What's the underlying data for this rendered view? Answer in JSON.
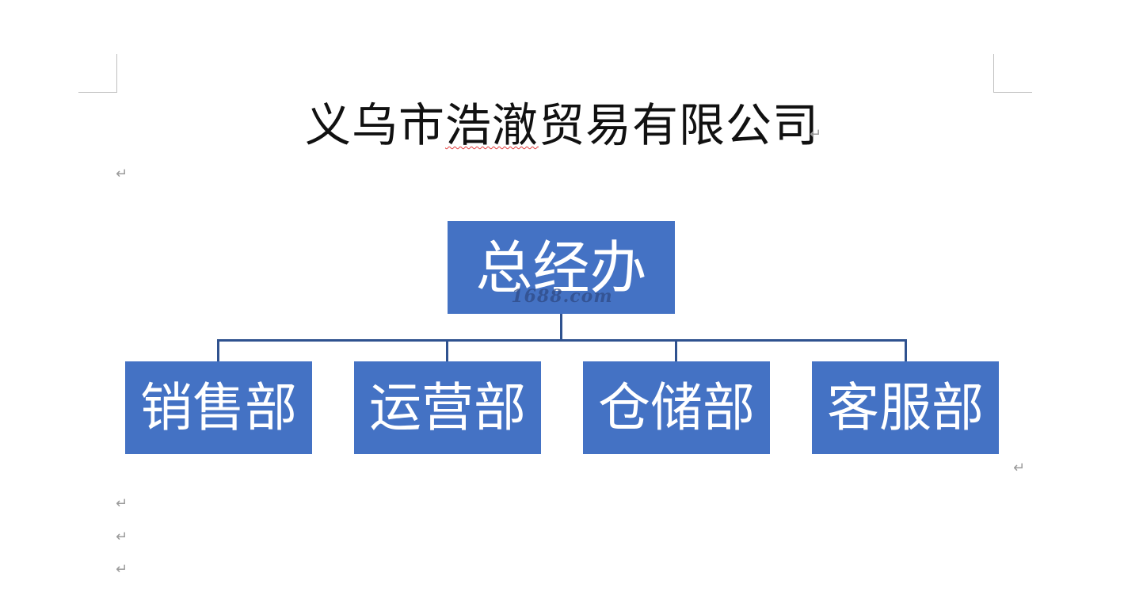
{
  "document": {
    "title_parts": {
      "before": "义乌市",
      "flagged": "浩澈",
      "after": "贸易有限公司"
    },
    "paragraph_mark": "↵"
  },
  "org_chart": {
    "top": "总经办",
    "departments": [
      "销售部",
      "运营部",
      "仓储部",
      "客服部"
    ],
    "box_color": "#4472c4",
    "line_color": "#2f528f"
  },
  "watermark": "1688.com"
}
